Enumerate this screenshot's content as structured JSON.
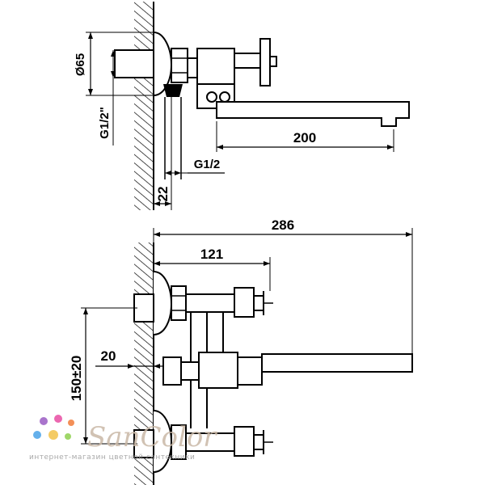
{
  "dimensions": {
    "diameter": "Ø65",
    "thread_vertical": "G1/2\"",
    "thread_horizontal": "G1/2",
    "wall_offset": "22",
    "spout_length": "200",
    "total_width": "286",
    "body_width": "121",
    "center_distance": "150±20",
    "inlet_offset": "20"
  },
  "logo": {
    "brand": "SanColor",
    "tagline": "интернет-магазин цветной сантехники",
    "colors": [
      "#9b5cc4",
      "#e84da3",
      "#f3c24a",
      "#4aa3e8",
      "#8fd14f",
      "#f27c3a"
    ]
  }
}
